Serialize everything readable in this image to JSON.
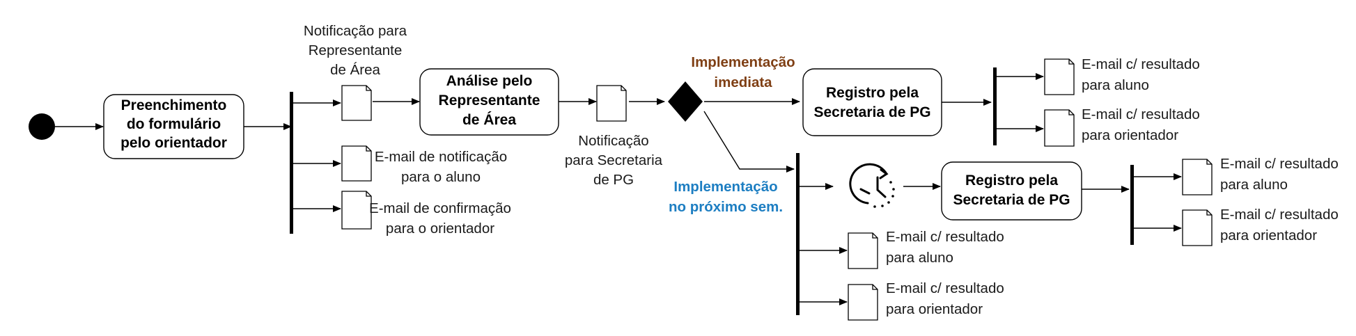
{
  "colors": {
    "guard_immediate": "#7f3f14",
    "guard_next": "#1d7ec2"
  },
  "nodes": {
    "a1": [
      "Preenchimento",
      "do formulário",
      "pelo orientador"
    ],
    "a2": [
      "Análise pelo",
      "Representante",
      "de Área"
    ],
    "a3": [
      "Registro pela",
      "Secretaria de PG"
    ],
    "a4": [
      "Registro pela",
      "Secretaria de PG"
    ]
  },
  "labels": {
    "notif_rep": [
      "Notificação para",
      "Representante",
      "de Área"
    ],
    "email_aluno_notif": [
      "E-mail de notificação",
      "para o aluno"
    ],
    "email_orient_conf": [
      "E-mail de confirmação",
      "para o orientador"
    ],
    "notif_sec": [
      "Notificação",
      "para Secretaria",
      "de PG"
    ],
    "guard_immediate": [
      "Implementação",
      "imediata"
    ],
    "guard_next": [
      "Implementação",
      "no próximo sem."
    ],
    "res_aluno_1": [
      "E-mail c/ resultado",
      "para aluno"
    ],
    "res_orient_1": [
      "E-mail c/ resultado",
      "para orientador"
    ],
    "res_aluno_2": [
      "E-mail c/ resultado",
      "para aluno"
    ],
    "res_orient_2": [
      "E-mail c/ resultado",
      "para orientador"
    ],
    "res_aluno_3": [
      "E-mail c/ resultado",
      "para aluno"
    ],
    "res_orient_3": [
      "E-mail c/ resultado",
      "para orientador"
    ]
  },
  "icons": {
    "start": "initial-node",
    "decision": "decision-diamond",
    "timer": "clock-timer",
    "document": "document"
  }
}
